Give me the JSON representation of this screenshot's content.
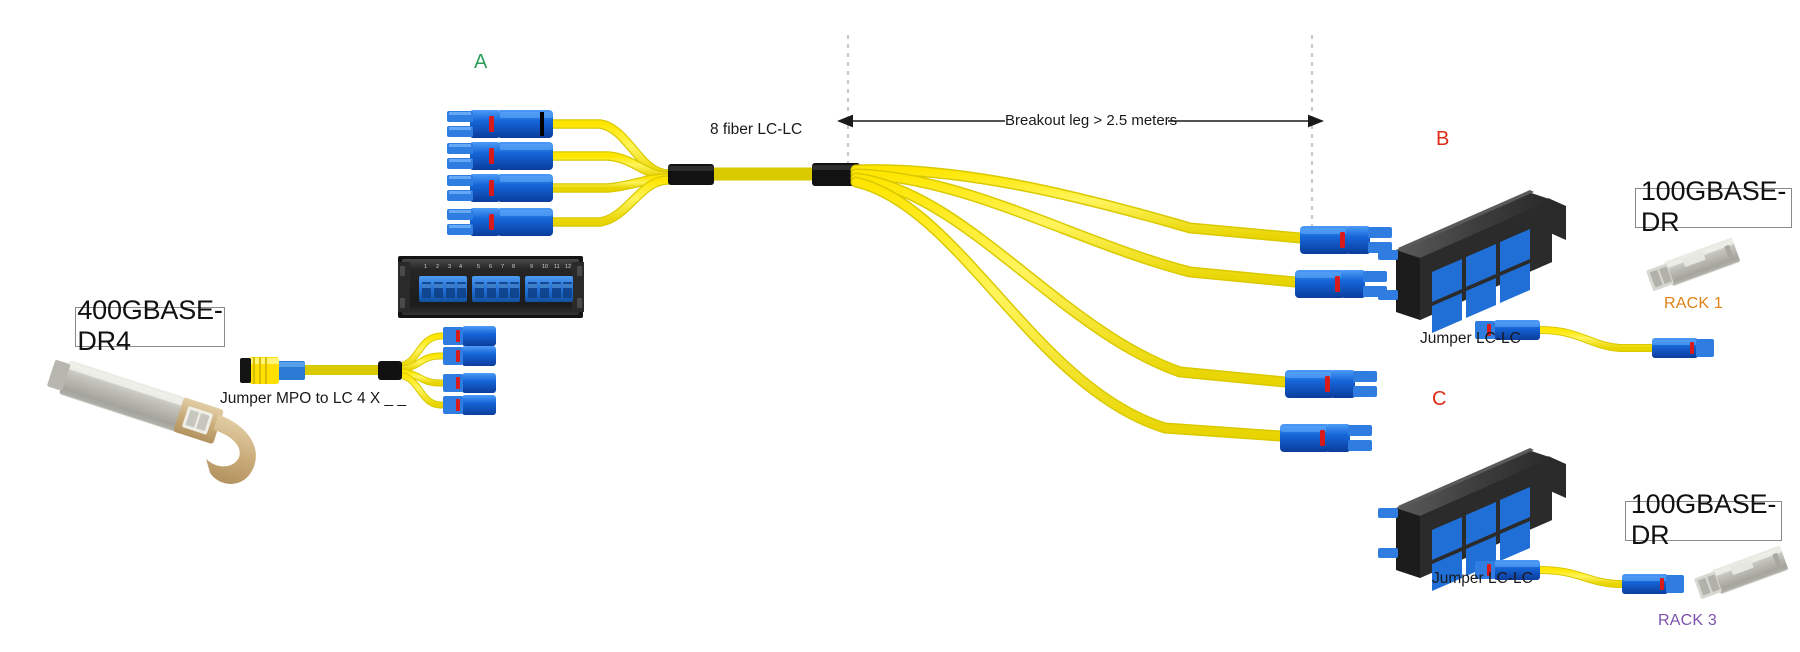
{
  "diagram": {
    "title_boxes": [
      {
        "id": "left-module",
        "text": "400GBASE-DR4"
      },
      {
        "id": "right-top-module",
        "text": "100GBASE-DR"
      },
      {
        "id": "right-bottom-module",
        "text": "100GBASE-DR"
      }
    ],
    "tags": [
      {
        "id": "tag-a",
        "text": "A",
        "color": "#2e9e5b"
      },
      {
        "id": "tag-b",
        "text": "B",
        "color": "#e02b16"
      },
      {
        "id": "tag-c",
        "text": "C",
        "color": "#e02b16"
      }
    ],
    "racks": [
      {
        "id": "rack-1",
        "text": "RACK 1",
        "color": "#e08214"
      },
      {
        "id": "rack-3",
        "text": "RACK 3",
        "color": "#7b52ab"
      }
    ],
    "annotations": [
      {
        "id": "trunk-label",
        "text": "8 fiber LC-LC"
      },
      {
        "id": "breakout-dimension",
        "text": "Breakout leg > 2.5 meters"
      },
      {
        "id": "mpo-jumper-label",
        "text": "Jumper MPO to LC  4 X _ _"
      },
      {
        "id": "jumper-top-label",
        "text": "Jumper LC-LC"
      },
      {
        "id": "jumper-bottom-label",
        "text": "Jumper LC-LC"
      }
    ],
    "patch_panel": {
      "id": "patch-panel-12-port",
      "port_numbers": [
        "1",
        "2",
        "3",
        "4",
        "5",
        "6",
        "7",
        "8",
        "9",
        "10",
        "11",
        "12"
      ],
      "group_size": 4,
      "groups": 3
    },
    "colors": {
      "fiber_yellow": "#f7e500",
      "fiber_yellow_edge": "#d9c900",
      "connector_blue": "#1565d8",
      "connector_blue_dark": "#0b3fa0",
      "connector_blue_light": "#4a9bf5",
      "latch_red": "#d81a1a",
      "panel_black": "#1f1f1f",
      "panel_gray": "#3a3a3a",
      "dashed_gray": "#c8c8c8",
      "arrow_black": "#1a1a1a",
      "box_border": "#8a8a8a",
      "mpo_yellow": "#ffe000",
      "transceiver_silver": "#c9c9c4",
      "transceiver_gold": "#cdb07e"
    },
    "cassettes": [
      {
        "id": "cassette-b",
        "label_ref": "tag-b"
      },
      {
        "id": "cassette-c",
        "label_ref": "tag-c"
      }
    ],
    "transceivers": [
      {
        "id": "qsfp-dd-400g",
        "type": "QSFP-DD"
      },
      {
        "id": "sfp-100g-rack1",
        "type": "SFP-DD"
      },
      {
        "id": "sfp-100g-rack3",
        "type": "SFP-DD"
      }
    ]
  }
}
